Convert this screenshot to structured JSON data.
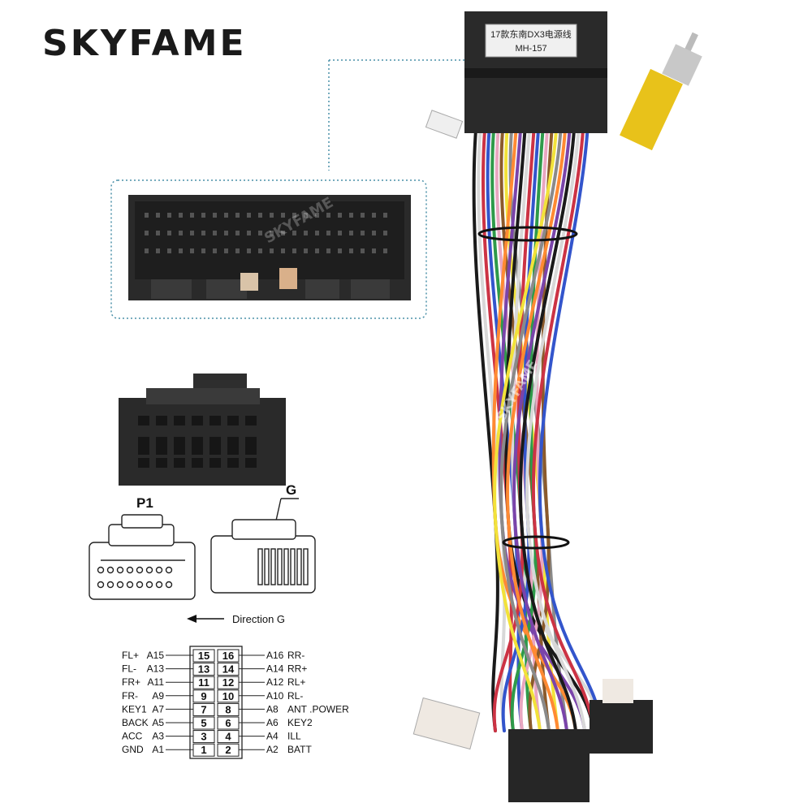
{
  "brand": "SKYFAME",
  "watermark": "SKYFAME",
  "connector_tag": {
    "line1": "17款东南DX3电源线",
    "line2": "MH-157"
  },
  "plug_diagram": {
    "p1_label": "P1",
    "g_label": "G",
    "direction_label": "Direction G"
  },
  "pinout": {
    "left": [
      {
        "signal": "FL+",
        "pin": "A15",
        "num": "15"
      },
      {
        "signal": "FL-",
        "pin": "A13",
        "num": "13"
      },
      {
        "signal": "FR+",
        "pin": "A11",
        "num": "11"
      },
      {
        "signal": "FR-",
        "pin": "A9",
        "num": "9"
      },
      {
        "signal": "KEY1",
        "pin": "A7",
        "num": "7"
      },
      {
        "signal": "BACK",
        "pin": "A5",
        "num": "5"
      },
      {
        "signal": "ACC",
        "pin": "A3",
        "num": "3"
      },
      {
        "signal": "GND",
        "pin": "A1",
        "num": "1"
      }
    ],
    "right": [
      {
        "signal": "RR-",
        "pin": "A16",
        "num": "16"
      },
      {
        "signal": "RR+",
        "pin": "A14",
        "num": "14"
      },
      {
        "signal": "RL+",
        "pin": "A12",
        "num": "12"
      },
      {
        "signal": "RL-",
        "pin": "A10",
        "num": "10"
      },
      {
        "signal": "ANT .POWER",
        "pin": "A8",
        "num": "8"
      },
      {
        "signal": "KEY2",
        "pin": "A6",
        "num": "6"
      },
      {
        "signal": "ILL",
        "pin": "A4",
        "num": "4"
      },
      {
        "signal": "BATT",
        "pin": "A2",
        "num": "2"
      }
    ]
  },
  "colors": {
    "leader_line": "#4a90a8",
    "connector_body": "#2b2b2b",
    "rca_yellow": "#e8c21a"
  },
  "wire_colors": [
    "#1a1a1a",
    "#d8d8d8",
    "#cc3344",
    "#3355cc",
    "#2e9a4a",
    "#e8a6c0",
    "#8b5a2b",
    "#f2e23a",
    "#8a8a8a",
    "#ff8a33",
    "#7a44aa"
  ]
}
